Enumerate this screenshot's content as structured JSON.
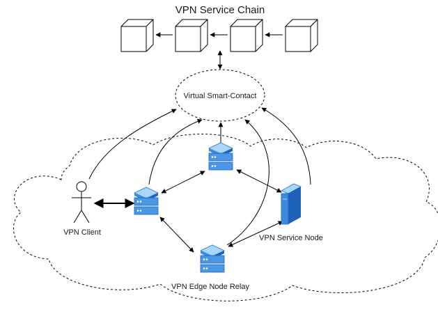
{
  "title": "VPN Service Chain",
  "contract_label": "Virtual Smart-Contact",
  "client_label": "VPN Client",
  "service_node_label": "VPN Service Node",
  "edge_relay_label": "VPN Edge Node Relay",
  "blocks": [
    "block-1",
    "block-2",
    "block-3",
    "block-4"
  ],
  "icons": {
    "block": "cube-icon",
    "client": "stick-figure-icon",
    "server": "server-stack-icon",
    "service_node": "server-tower-icon"
  },
  "colors": {
    "server_top": "#9fd0f8",
    "server_body": "#3f8fe0",
    "server_dark": "#1c5fb0",
    "line": "#000000"
  }
}
